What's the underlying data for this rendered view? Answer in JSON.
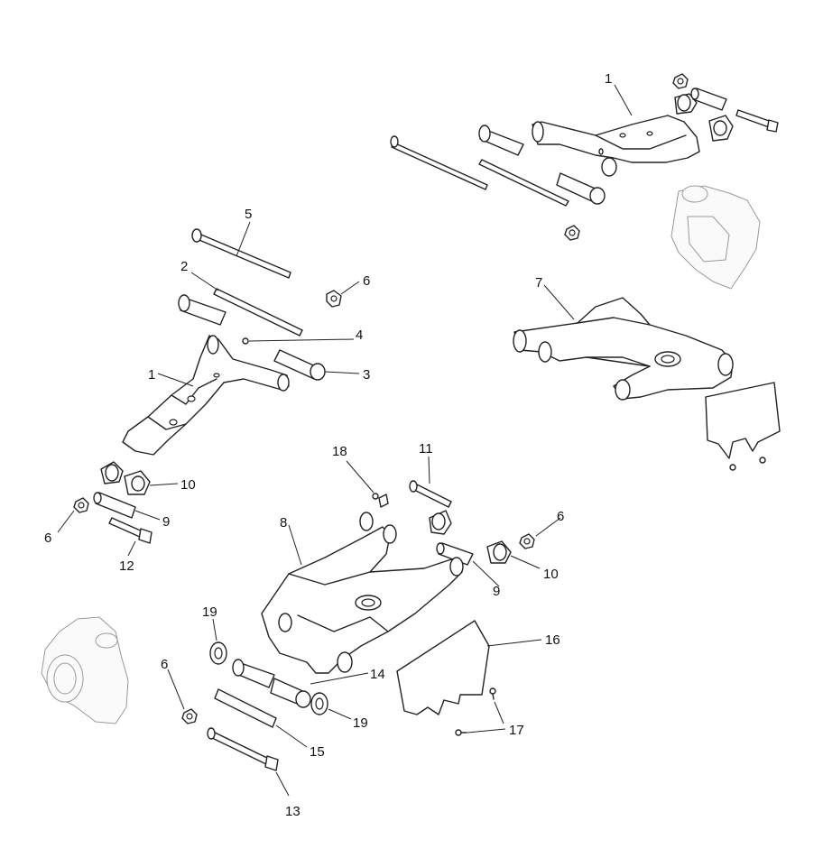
{
  "callouts": {
    "c1_top": "1",
    "c1_left": "1",
    "c2": "2",
    "c3": "3",
    "c4": "4",
    "c5": "5",
    "c6_top": "6",
    "c6_mid": "6",
    "c6_left": "6",
    "c6_bottom": "6",
    "c7": "7",
    "c8": "8",
    "c9_left": "9",
    "c9_right": "9",
    "c10_left": "10",
    "c10_right": "10",
    "c11": "11",
    "c12": "12",
    "c13": "13",
    "c14": "14",
    "c15": "15",
    "c16": "16",
    "c17": "17",
    "c18": "18",
    "c19_upper": "19",
    "c19_lower": "19"
  }
}
